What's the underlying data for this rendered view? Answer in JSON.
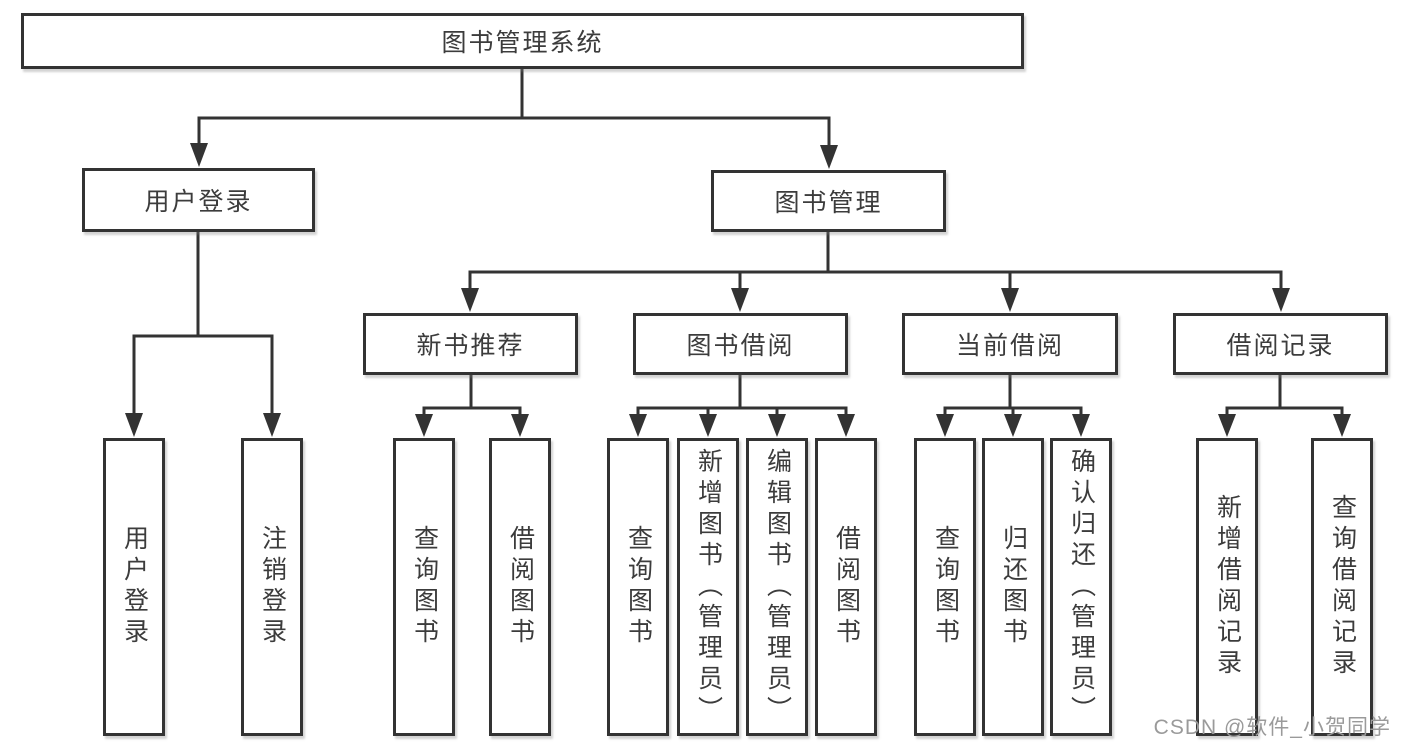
{
  "diagram": {
    "root": "图书管理系统",
    "level2": [
      "用户登录",
      "图书管理"
    ],
    "level3": [
      "新书推荐",
      "图书借阅",
      "当前借阅",
      "借阅记录"
    ],
    "leaves": {
      "user_login": [
        "用户登录",
        "注销登录"
      ],
      "new_book_recommend": [
        "查询图书",
        "借阅图书"
      ],
      "book_borrow": [
        "查询图书",
        "新增图书（管理员）",
        "编辑图书（管理员）",
        "借阅图书"
      ],
      "current_borrow": [
        "查询图书",
        "归还图书",
        "确认归还（管理员）"
      ],
      "borrow_records": [
        "新增借阅记录",
        "查询借阅记录"
      ]
    },
    "colors": {
      "line": "#333333",
      "text": "#3c3c3c",
      "background": "#ffffff",
      "watermark": "#9a9a9a"
    }
  },
  "watermark": "CSDN @软件_小贺同学"
}
